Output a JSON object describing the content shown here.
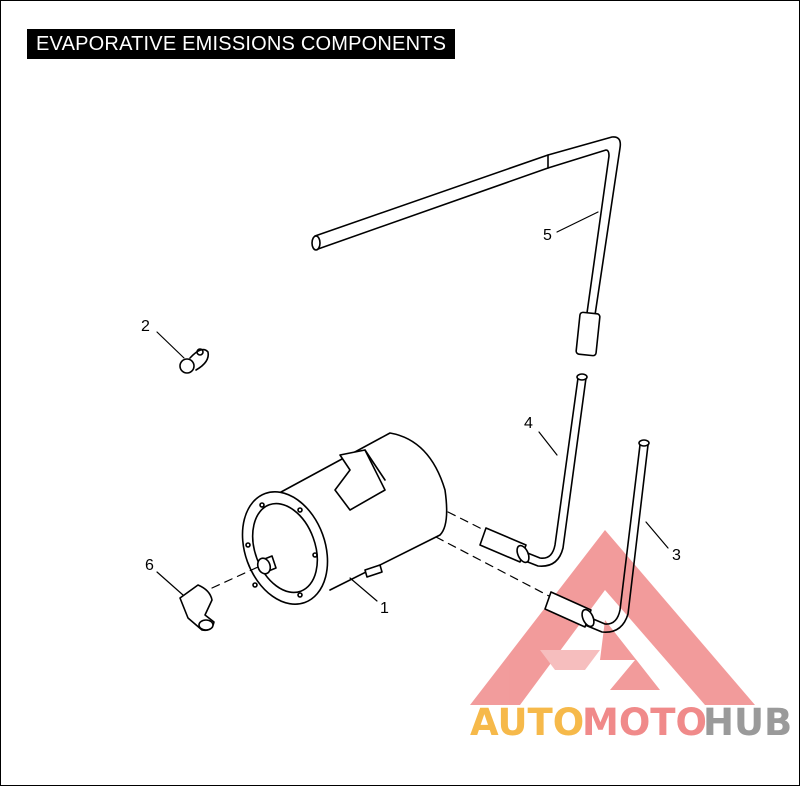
{
  "title": "EVAPORATIVE EMISSIONS COMPONENTS",
  "callouts": {
    "c1": "1",
    "c2": "2",
    "c3": "3",
    "c4": "4",
    "c5": "5",
    "c6": "6"
  },
  "watermark": {
    "part1": "AUTO",
    "part2": "MOTO",
    "part3": "HUB",
    "colors": {
      "auto": "#f6b94a",
      "moto": "#f08a8a",
      "hub": "#9a9a9a",
      "triangle": "#e84a4a"
    }
  }
}
